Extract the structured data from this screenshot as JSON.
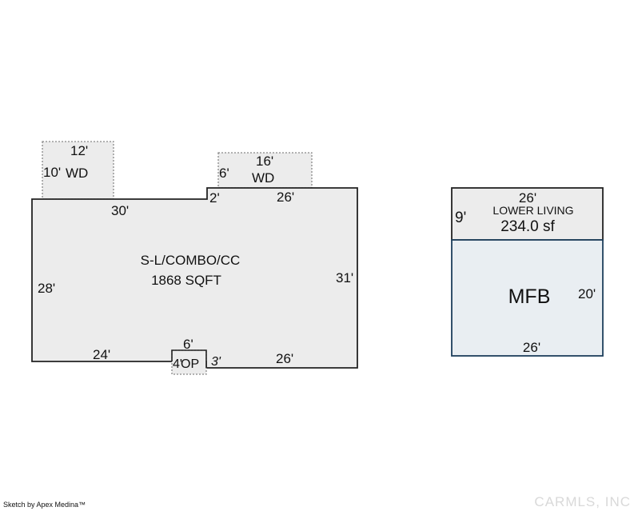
{
  "colors": {
    "main_fill": "#ececec",
    "main_stroke": "#222222",
    "deck_stroke": "#888888",
    "mfb_fill": "#e9eef2",
    "mfb_stroke": "#1d3f5c"
  },
  "deck_left": {
    "width": "12'",
    "depth": "10'",
    "label": "WD"
  },
  "deck_right": {
    "width": "16'",
    "depth": "6'",
    "label": "WD"
  },
  "main": {
    "title": "S-L/COMBO/CC",
    "area": "1868 SQFT",
    "dims": {
      "top_left": "30'",
      "step": "2'",
      "top_right": "26'",
      "left": "28'",
      "right": "31'",
      "bottom_left": "24'",
      "bottom_right": "26'",
      "notch_depth": "3'"
    }
  },
  "porch": {
    "width": "6'",
    "depth": "4'",
    "label": "OP"
  },
  "lower": {
    "width": "26'",
    "depth": "9'",
    "label": "LOWER LIVING",
    "area": "234.0 sf"
  },
  "mfb": {
    "label": "MFB",
    "depth": "20'",
    "width": "26'"
  },
  "footer": {
    "credit": "Sketch by Apex Medina™",
    "watermark": "CARMLS, INC"
  }
}
